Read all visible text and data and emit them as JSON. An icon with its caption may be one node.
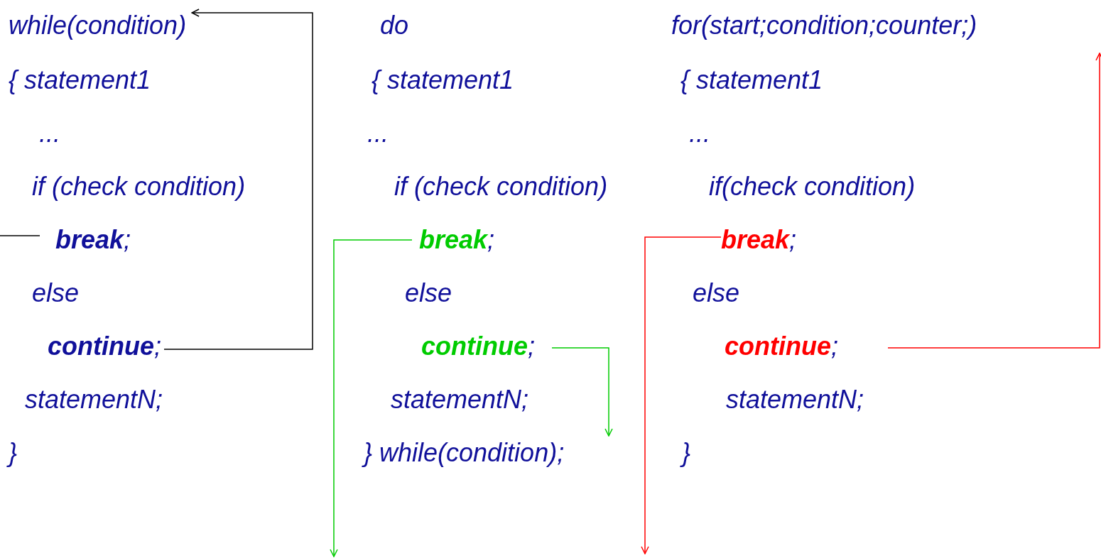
{
  "diagram": {
    "nodes": [
      {
        "text": [
          "while(condition)"
        ]
      },
      {
        "text": [
          "break;"
        ]
      },
      {
        "text": [
          "continue;"
        ]
      },
      {
        "text": [
          "break;"
        ]
      },
      {
        "text": [
          "continue;"
        ]
      },
      {
        "text": [
          "} while(condition);"
        ]
      },
      {
        "text": [
          "break;"
        ]
      },
      {
        "text": [
          "continue;"
        ]
      }
    ],
    "edges": [
      {
        "from": 2,
        "to": 0,
        "arrow": "to",
        "color": "#000000"
      },
      {
        "from": 1,
        "to": null,
        "arrow": "none",
        "color": "#000000"
      },
      {
        "from": 3,
        "to": null,
        "arrow": "to",
        "color": "#00cc00"
      },
      {
        "from": 4,
        "to": 5,
        "arrow": "to",
        "color": "#00cc00"
      },
      {
        "from": 6,
        "to": null,
        "arrow": "to",
        "color": "#ff0000"
      },
      {
        "from": 7,
        "to": null,
        "arrow": "to",
        "color": "#ff0000"
      }
    ],
    "labels": [
      "{ statement1",
      "...",
      "if (check condition)",
      "else",
      "statementN;",
      "}",
      "do",
      "{ statement1",
      "...",
      "if (check condition)",
      "else",
      "statementN;",
      "for(start;condition;counter;)",
      "{ statement1",
      "...",
      "if(check condition)",
      "else",
      "statementN;",
      "}"
    ]
  }
}
